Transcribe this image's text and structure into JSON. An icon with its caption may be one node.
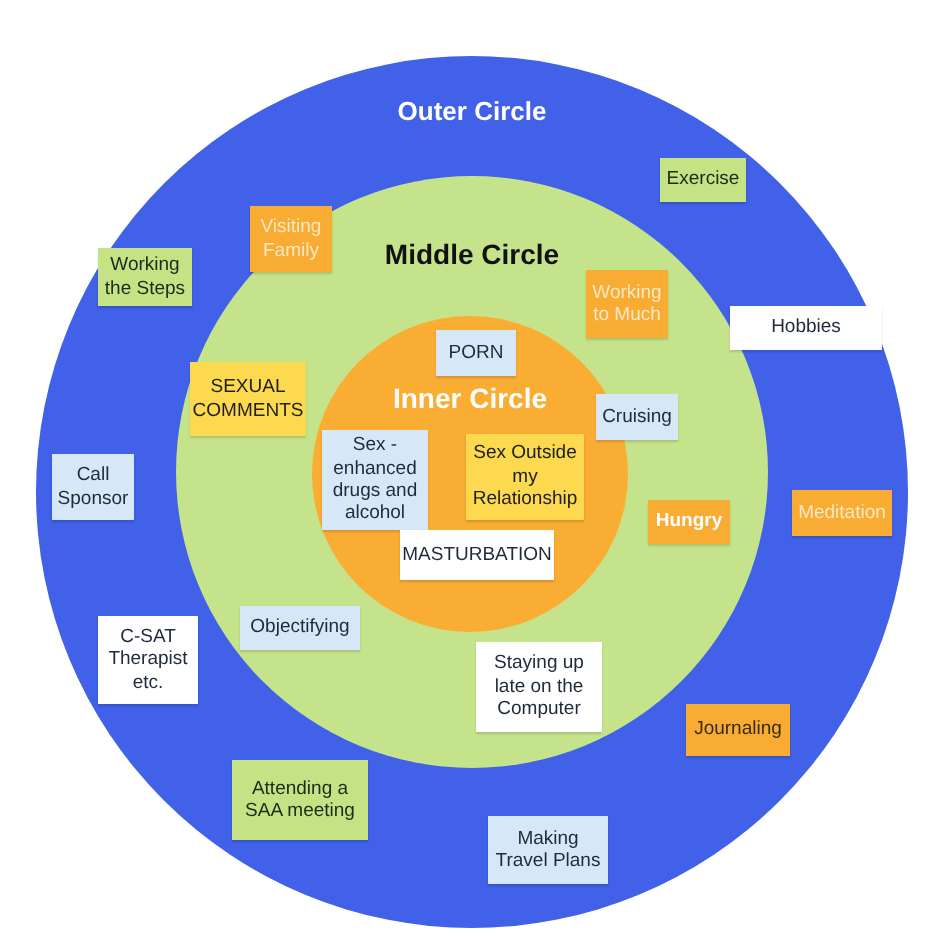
{
  "diagram": {
    "nodes": [
      {
        "text": [
          "Outer Circle"
        ]
      },
      {
        "text": [
          "Middle Circle"
        ],
        "in": 0
      },
      {
        "text": [
          "Inner Circle"
        ],
        "in": 1
      },
      {
        "text": [
          "Exercise"
        ],
        "in": 0
      },
      {
        "text": [
          "Visiting Family"
        ],
        "in": 1
      },
      {
        "text": [
          "Working the Steps"
        ],
        "in": 0
      },
      {
        "text": [
          "Working to Much"
        ],
        "in": 1
      },
      {
        "text": [
          "Hobbies"
        ],
        "in": 0
      },
      {
        "text": [
          "PORN"
        ],
        "in": 2
      },
      {
        "text": [
          "SEXUAL COMMENTS"
        ],
        "in": 1
      },
      {
        "text": [
          "Cruising"
        ],
        "in": 1
      },
      {
        "text": [
          "Sex - enhanced drugs and alcohol"
        ],
        "in": 2
      },
      {
        "text": [
          "Sex Outside my Relationship"
        ],
        "in": 2
      },
      {
        "text": [
          "Call Sponsor"
        ],
        "in": 0
      },
      {
        "text": [
          "Meditation"
        ],
        "in": 0
      },
      {
        "text": [
          "Hungry"
        ],
        "in": 1
      },
      {
        "text": [
          "MASTURBATION"
        ],
        "in": 2
      },
      {
        "text": [
          "Objectifying"
        ],
        "in": 1
      },
      {
        "text": [
          "C-SAT Therapist etc."
        ],
        "in": 0
      },
      {
        "text": [
          "Staying up late on the Computer"
        ],
        "in": 1
      },
      {
        "text": [
          "Journaling"
        ],
        "in": 0
      },
      {
        "text": [
          "Attending a SAA meeting"
        ],
        "in": 0
      },
      {
        "text": [
          "Making Travel Plans"
        ],
        "in": 0
      }
    ]
  }
}
